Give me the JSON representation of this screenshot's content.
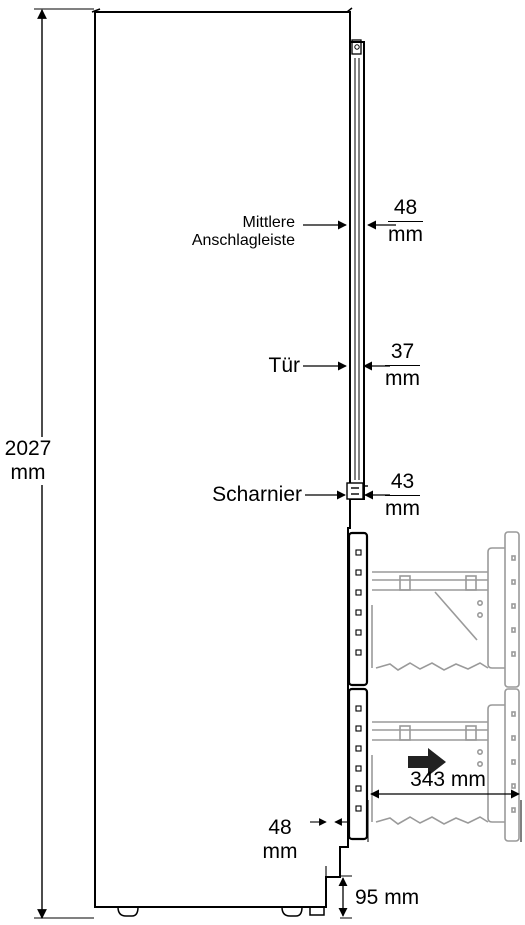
{
  "dimensions": {
    "height": {
      "value": "2027",
      "unit": "mm"
    },
    "drawer_extension": "343 mm",
    "plinth_height": "95 mm",
    "plinth_depth": {
      "value": "48",
      "unit": "mm"
    }
  },
  "components": {
    "middle_strip": {
      "label": "Mittlere\nAnschlagleiste",
      "line1": "Mittlere",
      "line2": "Anschlagleiste",
      "value": "48",
      "unit": "mm"
    },
    "door": {
      "label": "Tür",
      "value": "37",
      "unit": "mm"
    },
    "hinge": {
      "label": "Scharnier",
      "value": "43",
      "unit": "mm"
    }
  },
  "colors": {
    "line": "#000000",
    "drawer_outline": "#9a9a9a",
    "arrow": "#222222"
  }
}
